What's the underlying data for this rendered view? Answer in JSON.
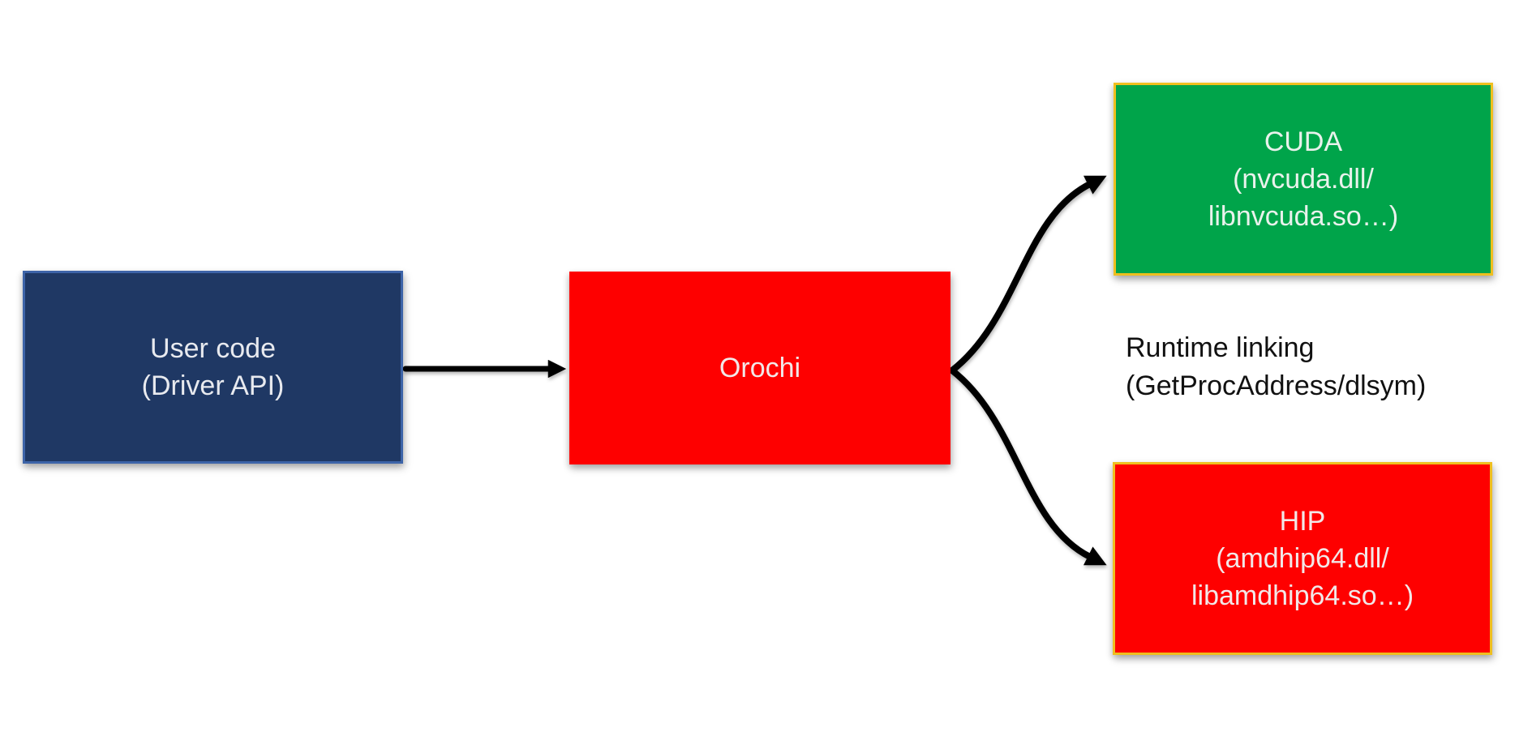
{
  "diagram": {
    "background_color": "#FFFFFF",
    "arrow_color": "#000000",
    "nodes": [
      {
        "id": "user-code",
        "lines": [
          "User code",
          "(Driver API)"
        ],
        "fill": "#1F3864",
        "border_color": "#3D64A8",
        "text_color": "#E8EAEF"
      },
      {
        "id": "orochi",
        "lines": [
          "Orochi"
        ],
        "fill": "#FE0000",
        "border_color": "#FE0000",
        "text_color": "#F2E8E8"
      },
      {
        "id": "cuda",
        "lines": [
          "CUDA",
          "(nvcuda.dll/",
          "libnvcuda.so…)"
        ],
        "fill": "#00A44A",
        "border_color": "#EFBF1F",
        "text_color": "#E9F2EC"
      },
      {
        "id": "hip",
        "lines": [
          "HIP",
          "(amdhip64.dll/",
          "libamdhip64.so…)"
        ],
        "fill": "#FE0000",
        "border_color": "#EFBF1F",
        "text_color": "#F2E8E8"
      }
    ],
    "annotation": {
      "lines": [
        "Runtime linking",
        "(GetProcAddress/dlsym)"
      ],
      "color": "#111111"
    },
    "edges": [
      {
        "id": "user-to-orochi",
        "from": "user-code",
        "to": "orochi",
        "style": "straight",
        "color": "#000000"
      },
      {
        "id": "orochi-to-cuda",
        "from": "orochi",
        "to": "cuda",
        "style": "curved-up",
        "color": "#000000"
      },
      {
        "id": "orochi-to-hip",
        "from": "orochi",
        "to": "hip",
        "style": "curved-down",
        "color": "#000000"
      }
    ]
  }
}
